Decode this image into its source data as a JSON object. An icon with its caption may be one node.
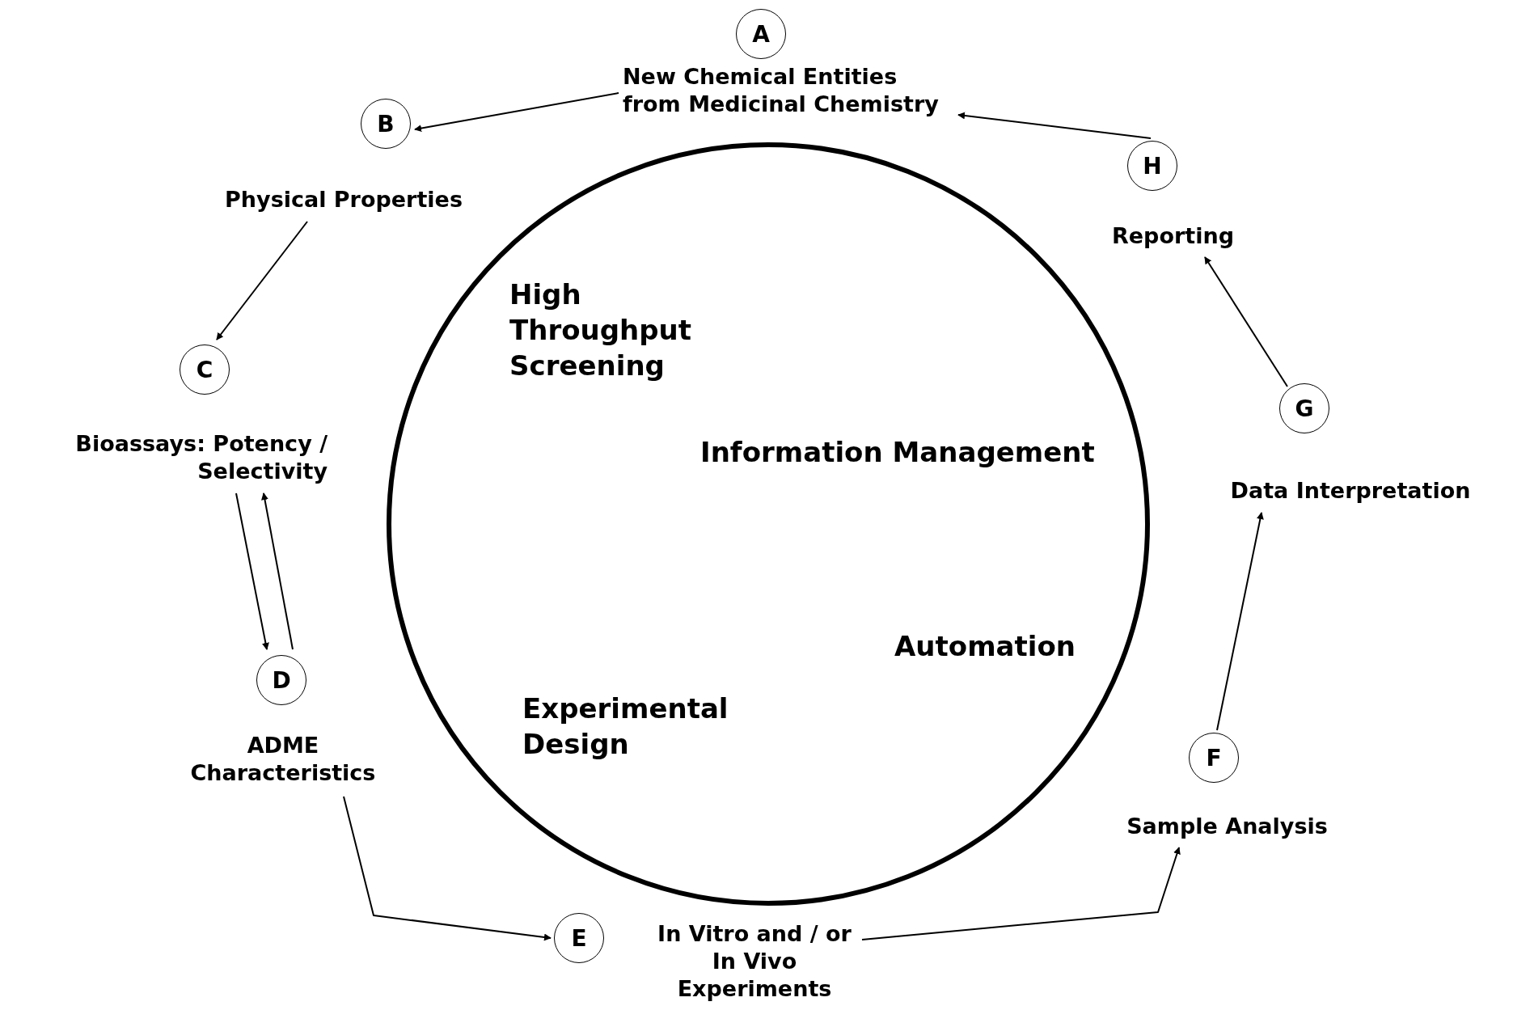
{
  "diagram": {
    "nodes": [
      {
        "text": [
          "A",
          "New Chemical Entities from Medicinal Chemistry"
        ]
      },
      {
        "text": [
          "B",
          "Physical Properties"
        ]
      },
      {
        "text": [
          "C",
          "Bioassays: Potency / Selectivity"
        ]
      },
      {
        "text": [
          "D",
          "ADME Characteristics"
        ]
      },
      {
        "text": [
          "E",
          "In Vitro and / or In Vivo Experiments"
        ]
      },
      {
        "text": [
          "F",
          "Sample Analysis"
        ]
      },
      {
        "text": [
          "G",
          "Data Interpretation"
        ]
      },
      {
        "text": [
          "H",
          "Reporting"
        ]
      },
      {
        "text": [
          "High Throughput Screening",
          "Information Management",
          "Automation",
          "Experimental Design"
        ]
      }
    ],
    "edges": [
      {
        "from": 0,
        "to": 1,
        "arrow": "to"
      },
      {
        "from": 1,
        "to": 2,
        "arrow": "to"
      },
      {
        "from": 2,
        "to": 3,
        "arrow": "to"
      },
      {
        "from": 3,
        "to": 2,
        "arrow": "to"
      },
      {
        "from": 3,
        "to": 4,
        "arrow": "to"
      },
      {
        "from": 4,
        "to": 5,
        "arrow": "to"
      },
      {
        "from": 5,
        "to": 6,
        "arrow": "to"
      },
      {
        "from": 6,
        "to": 7,
        "arrow": "to"
      },
      {
        "from": 7,
        "to": 0,
        "arrow": "to"
      }
    ]
  }
}
